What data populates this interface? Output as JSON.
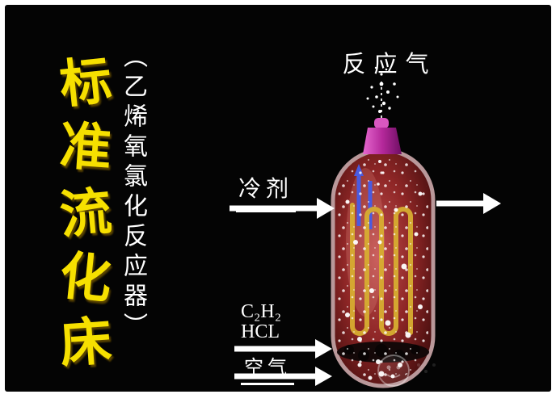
{
  "title": {
    "text": "标准流化床",
    "chars": [
      "标",
      "准",
      "流",
      "化",
      "床"
    ],
    "color": "#f6e000"
  },
  "subtitle": {
    "text": "（乙烯氧氯化反应器）"
  },
  "diagram": {
    "labels": {
      "reaction_gas": "反应气",
      "coolant": "冷剂",
      "feed_c2h2": "C₂H₂",
      "feed_hcl": "HCL",
      "air": "空气"
    },
    "colors": {
      "background": "#040404",
      "frame": "#ffffff",
      "title_yellow": "#f6e000",
      "label_white": "#ffffff",
      "vessel_red": "#8e2626",
      "vessel_rim": "#b9989a",
      "nozzle_magenta": "#c family",
      "coil_yellow": "#d7ad30",
      "tube_blue": "#4a5ae0"
    }
  }
}
